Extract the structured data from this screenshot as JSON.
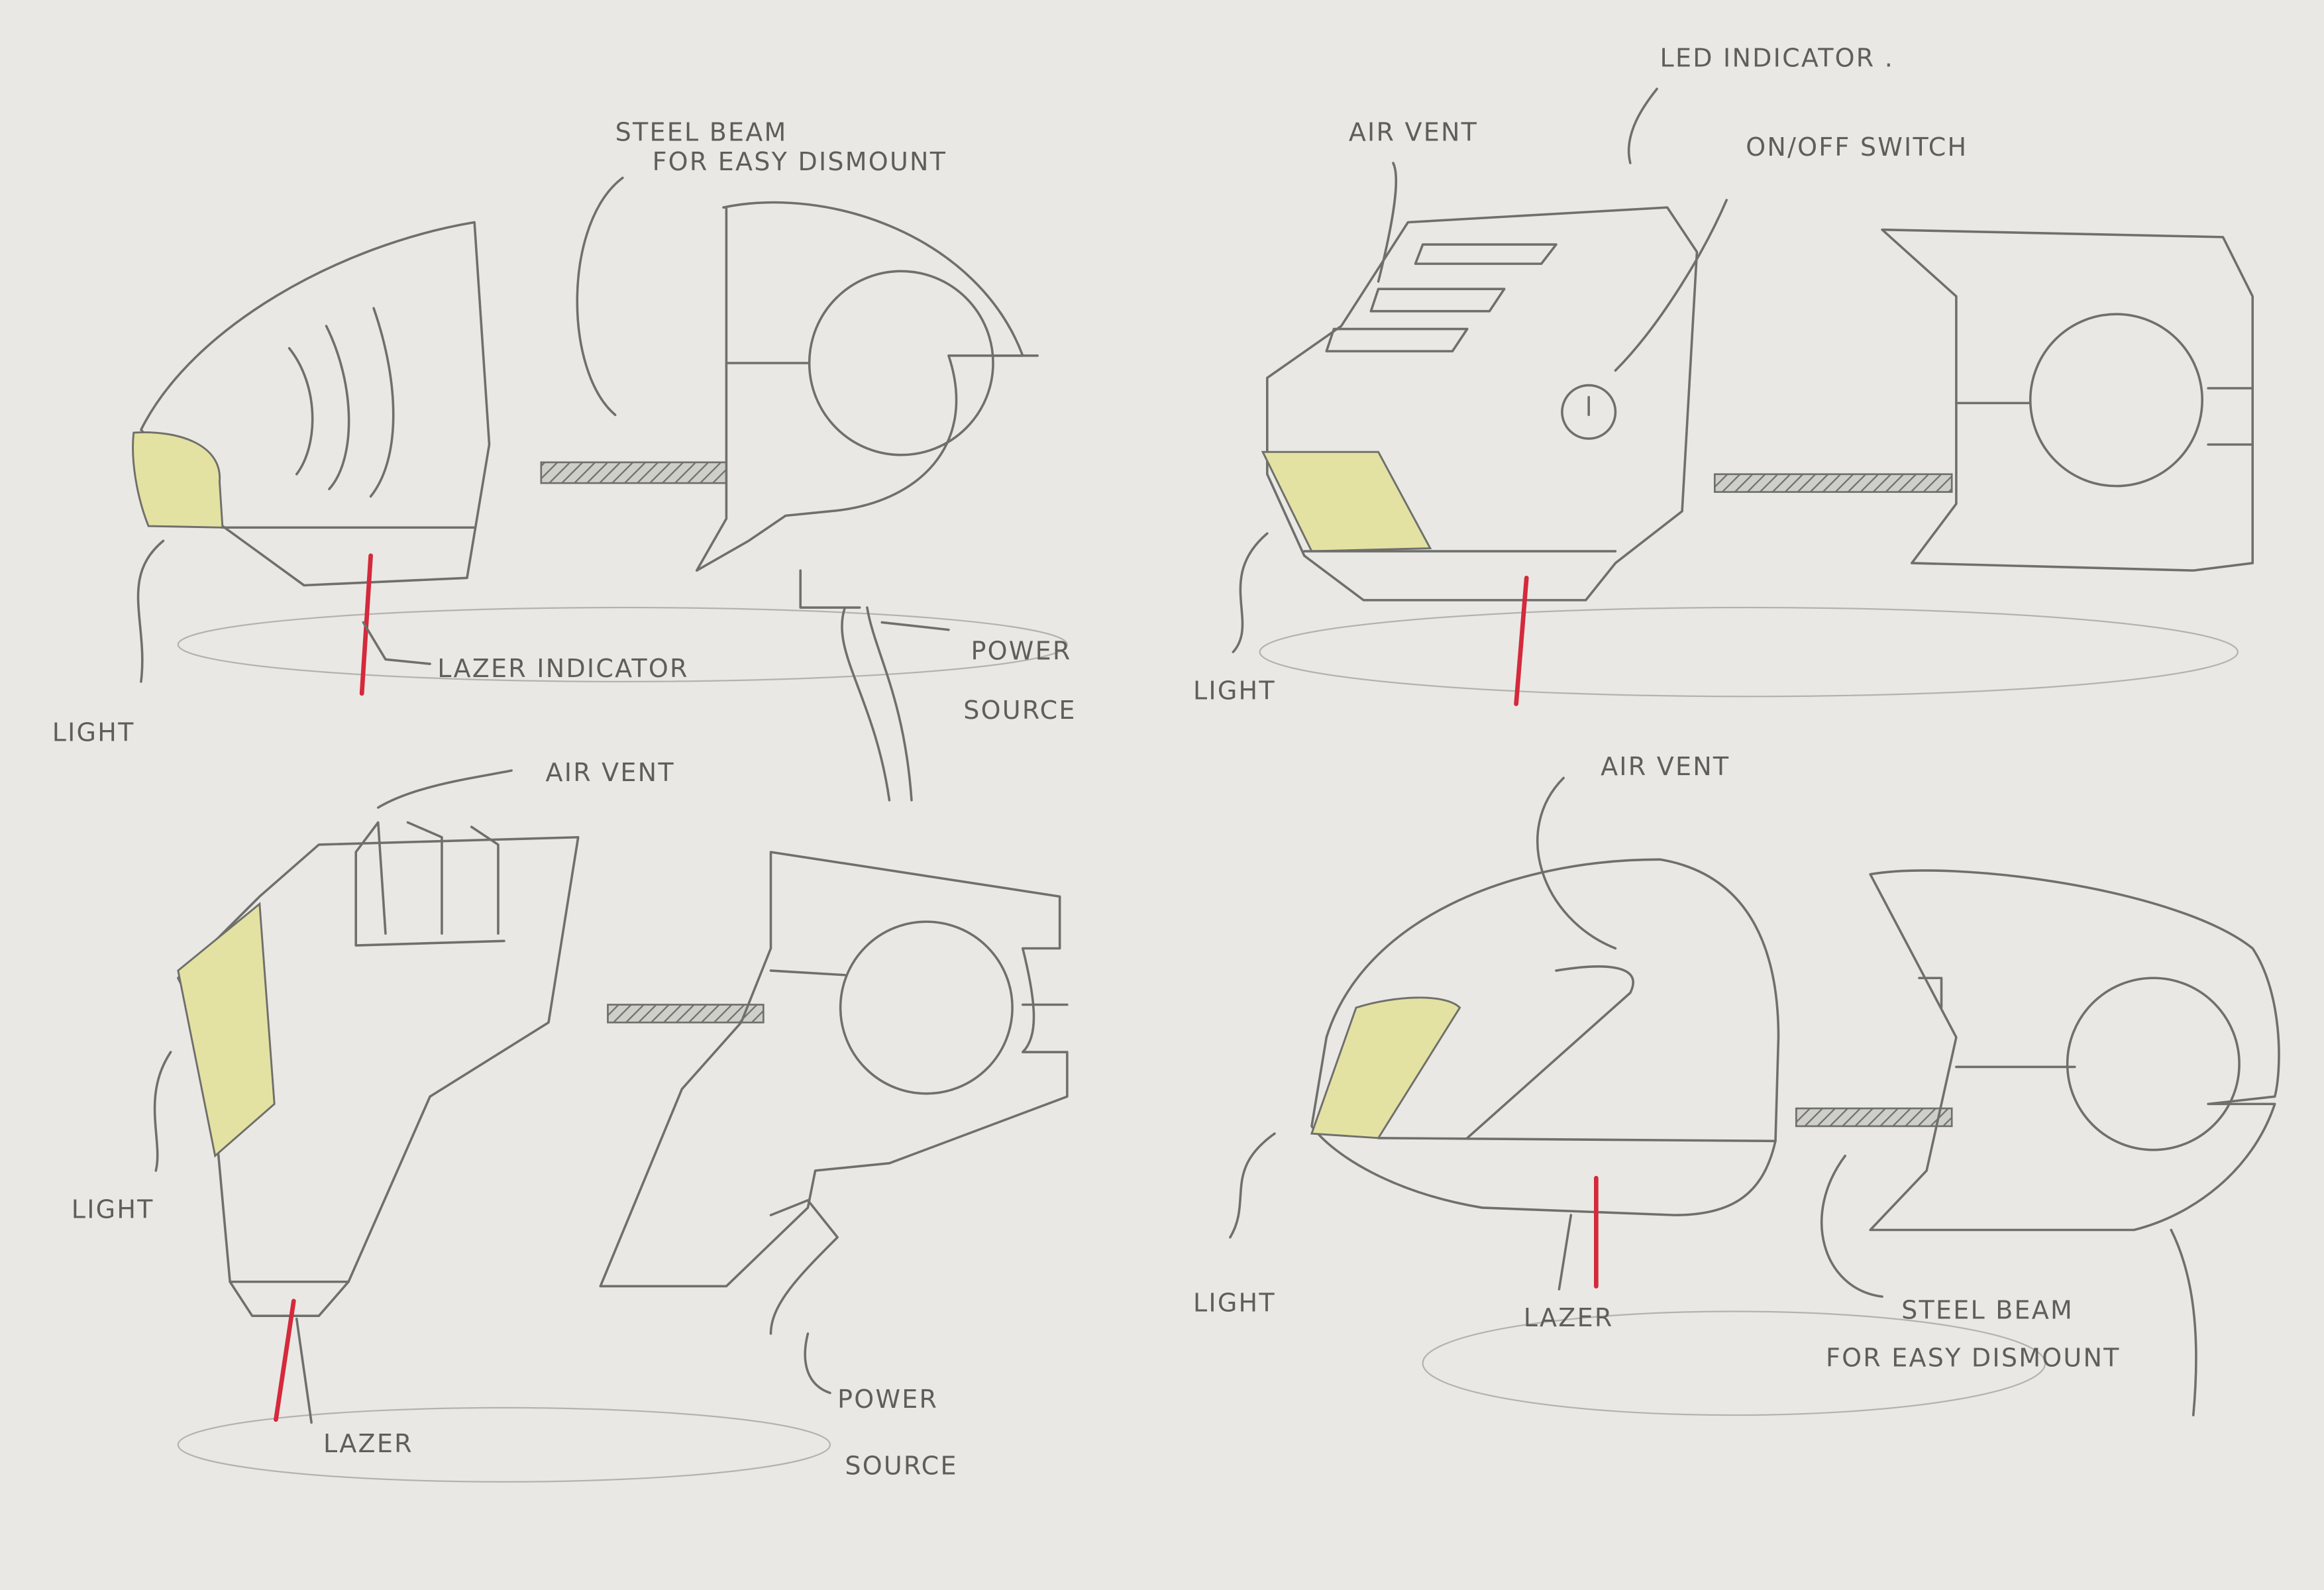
{
  "sketches": [
    {
      "labels": {
        "beam_1": "STEEL BEAM",
        "beam_2": "FOR EASY DISMOUNT",
        "laser": "LAZER INDICATOR",
        "power_1": "POWER",
        "power_2": "SOURCE",
        "light": "LIGHT"
      }
    },
    {
      "labels": {
        "led": "LED INDICATOR .",
        "vent": "AIR VENT",
        "switch": "ON/OFF SWITCH",
        "light": "LIGHT"
      }
    },
    {
      "labels": {
        "vent": "AIR VENT",
        "light": "LIGHT",
        "laser": "LAZER",
        "power_1": "POWER",
        "power_2": "SOURCE"
      }
    },
    {
      "labels": {
        "vent": "AIR VENT",
        "light": "LIGHT",
        "laser": "LAZER",
        "beam_1": "STEEL BEAM",
        "beam_2": "FOR EASY DISMOUNT"
      }
    }
  ],
  "colors": {
    "paper": "#e9e8e4",
    "pencil": "#6f6f6c",
    "highlight": "#e3e2a2",
    "laser": "#d42a3c"
  }
}
